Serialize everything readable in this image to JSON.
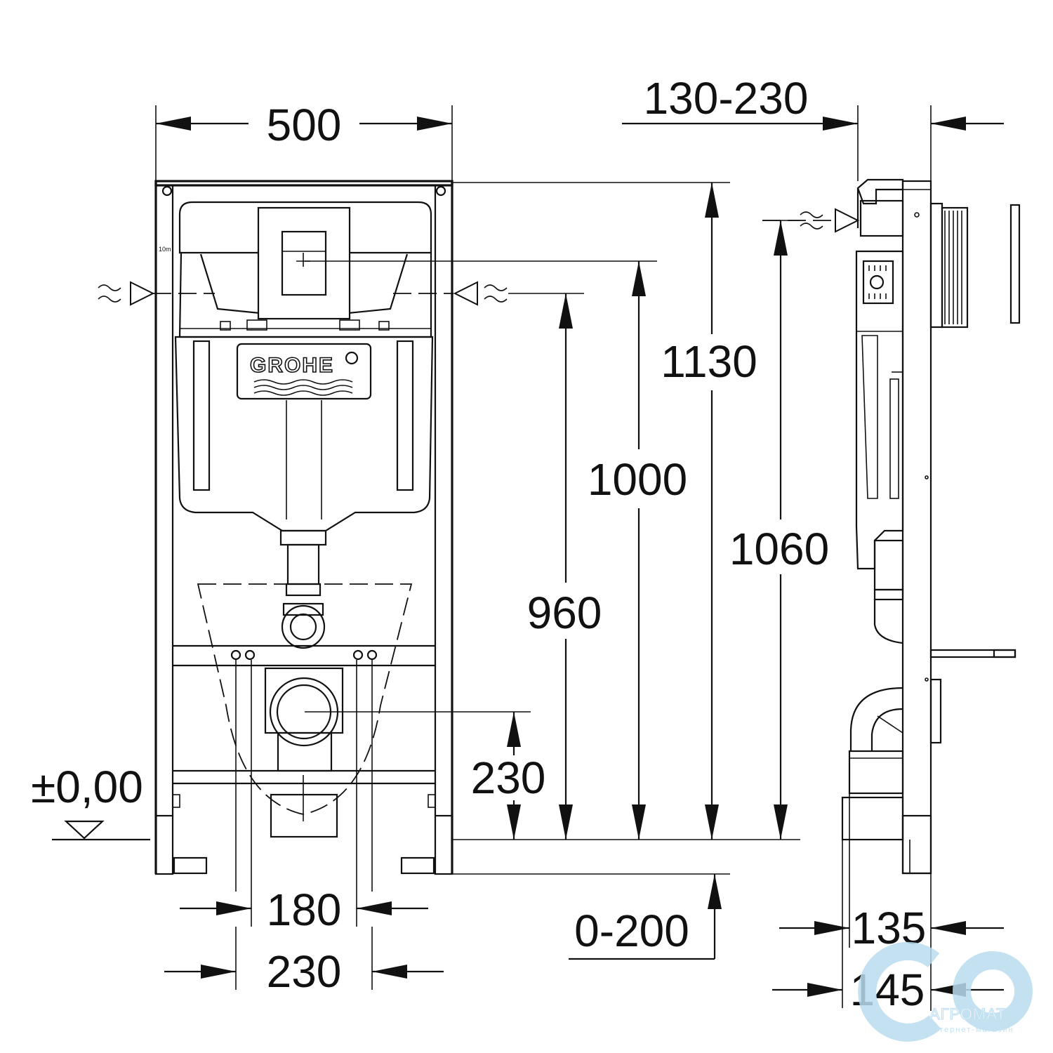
{
  "brand": "GROHE",
  "dimensions": {
    "width_total": "500",
    "depth_adjust": "130-230",
    "height_1130": "1130",
    "height_1000": "1000",
    "height_1060": "1060",
    "height_960": "960",
    "drain_height": "230",
    "floor_level": "±0,00",
    "bolt_spacing_180": "180",
    "bolt_spacing_230": "230",
    "leg_extension": "0-200",
    "depth_135": "135",
    "depth_145": "145"
  },
  "watermark": {
    "name": "АГРОМАТ",
    "subtitle": "интернет-магазин"
  },
  "colors": {
    "line": "#111111",
    "watermark": "#b9dcee"
  }
}
